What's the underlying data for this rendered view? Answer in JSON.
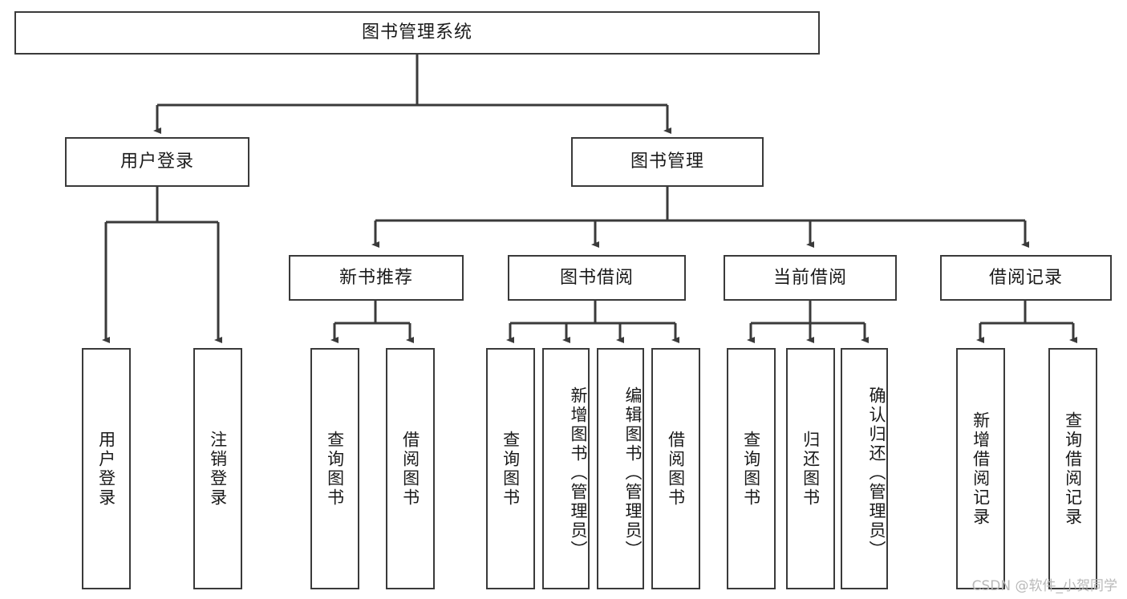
{
  "diagram": {
    "type": "tree-hierarchy",
    "title": "图书管理系统",
    "orientation": "top-down",
    "colors": {
      "box_border": "#3a3a3a",
      "box_fill": "#ffffff",
      "edge": "#3a3a3a",
      "text": "#1a1a1a",
      "watermark": "#b9b9b9",
      "background": "#ffffff"
    }
  },
  "watermark": {
    "text": "CSDN @软件_小贺同学"
  },
  "nodes": {
    "root": {
      "label": "图书管理系统"
    },
    "level1": [
      {
        "id": "user-login",
        "label": "用户登录"
      },
      {
        "id": "book-manage",
        "label": "图书管理"
      }
    ],
    "level2": [
      {
        "id": "new-book-recommend",
        "label": "新书推荐"
      },
      {
        "id": "book-borrow",
        "label": "图书借阅"
      },
      {
        "id": "current-borrow",
        "label": "当前借阅"
      },
      {
        "id": "borrow-record",
        "label": "借阅记录"
      }
    ],
    "leaves": [
      {
        "id": "leaf-user-login",
        "label": "用户登录",
        "parent": "user-login"
      },
      {
        "id": "leaf-logout-login",
        "label": "注销登录",
        "parent": "user-login"
      },
      {
        "id": "leaf-query-book-1",
        "label": "查询图书",
        "parent": "new-book-recommend"
      },
      {
        "id": "leaf-borrow-book-1",
        "label": "借阅图书",
        "parent": "new-book-recommend"
      },
      {
        "id": "leaf-query-book-2",
        "label": "查询图书",
        "parent": "book-borrow"
      },
      {
        "id": "leaf-add-book",
        "label": "新增图书（管理员）",
        "parent": "book-borrow"
      },
      {
        "id": "leaf-edit-book",
        "label": "编辑图书（管理员）",
        "parent": "book-borrow"
      },
      {
        "id": "leaf-borrow-book-2",
        "label": "借阅图书",
        "parent": "book-borrow"
      },
      {
        "id": "leaf-query-book-3",
        "label": "查询图书",
        "parent": "current-borrow"
      },
      {
        "id": "leaf-return-book",
        "label": "归还图书",
        "parent": "current-borrow"
      },
      {
        "id": "leaf-confirm-return",
        "label": "确认归还（管理员）",
        "parent": "current-borrow"
      },
      {
        "id": "leaf-add-record",
        "label": "新增借阅记录",
        "parent": "borrow-record"
      },
      {
        "id": "leaf-query-record",
        "label": "查询借阅记录",
        "parent": "borrow-record"
      }
    ]
  }
}
